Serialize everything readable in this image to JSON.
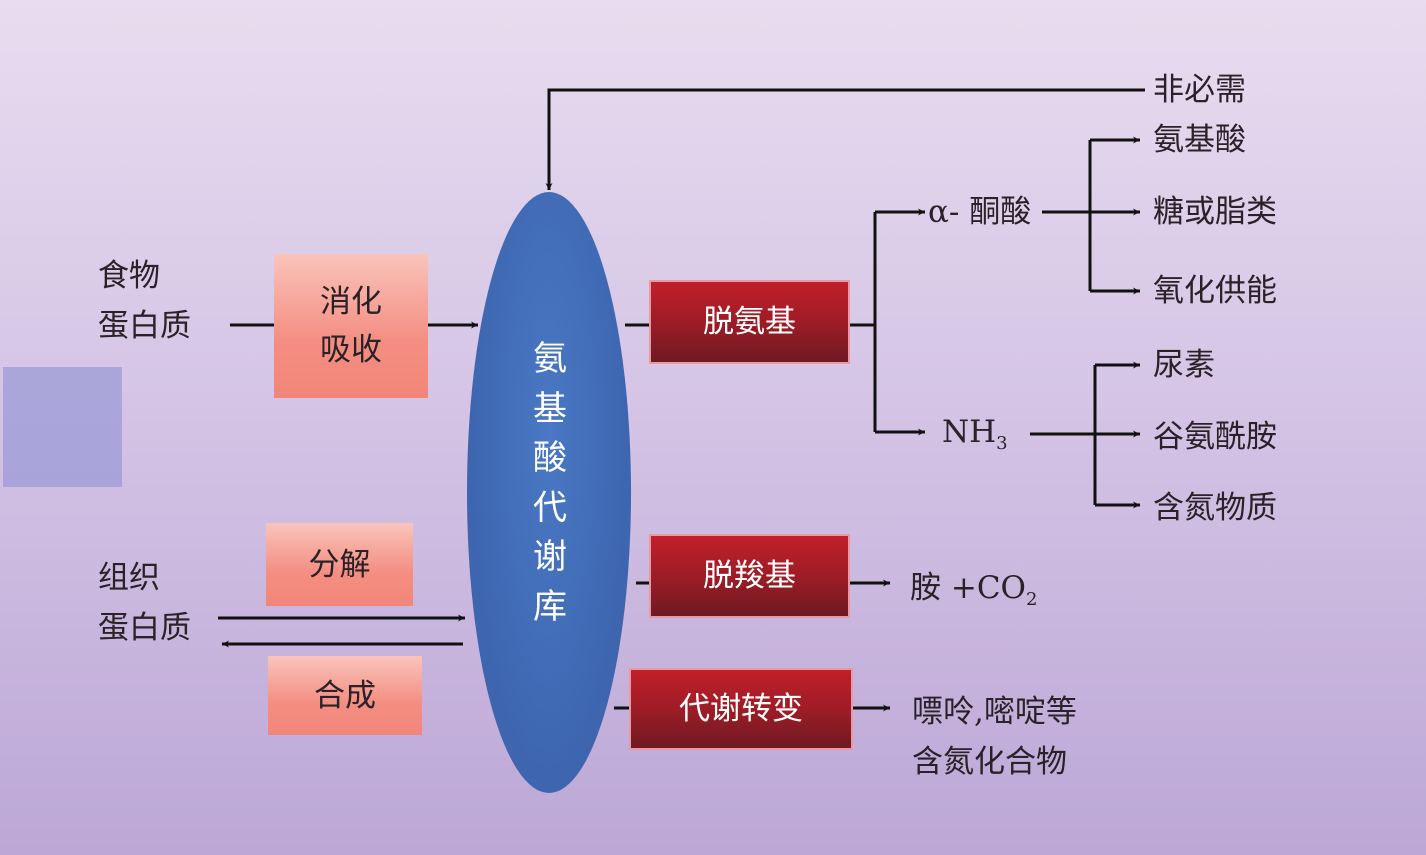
{
  "center": {
    "label": "氨基酸代谢库"
  },
  "left": {
    "food_line1": "食物",
    "food_line2": "蛋白质",
    "digest_box": [
      "消化",
      "吸收"
    ],
    "tissue_line1": "组织",
    "tissue_line2": "蛋白质",
    "decompose_box": "分解",
    "synthesis_box": "合成"
  },
  "right": {
    "nonessential_line1": "非必需",
    "nonessential_line2": "氨基酸",
    "deamination_box": "脱氨基",
    "keto_acid": "α- 酮酸",
    "keto_outputs": [
      "糖或脂类",
      "氧化供能"
    ],
    "nh3": {
      "main": "NH",
      "sub": "3"
    },
    "nh3_outputs": [
      "尿素",
      "谷氨酰胺",
      "含氮物质"
    ],
    "decarboxylation_box": "脱羧基",
    "decarbox_output": {
      "main": "胺 +CO",
      "sub": "2"
    },
    "conversion_box": "代谢转变",
    "conversion_output_line1": "嘌呤,嘧啶等",
    "conversion_output_line2": "含氮化合物"
  },
  "colors": {
    "ellipse": "#3f68b2",
    "red_box": "#9e1c26",
    "pink_box": "#f48e82"
  }
}
